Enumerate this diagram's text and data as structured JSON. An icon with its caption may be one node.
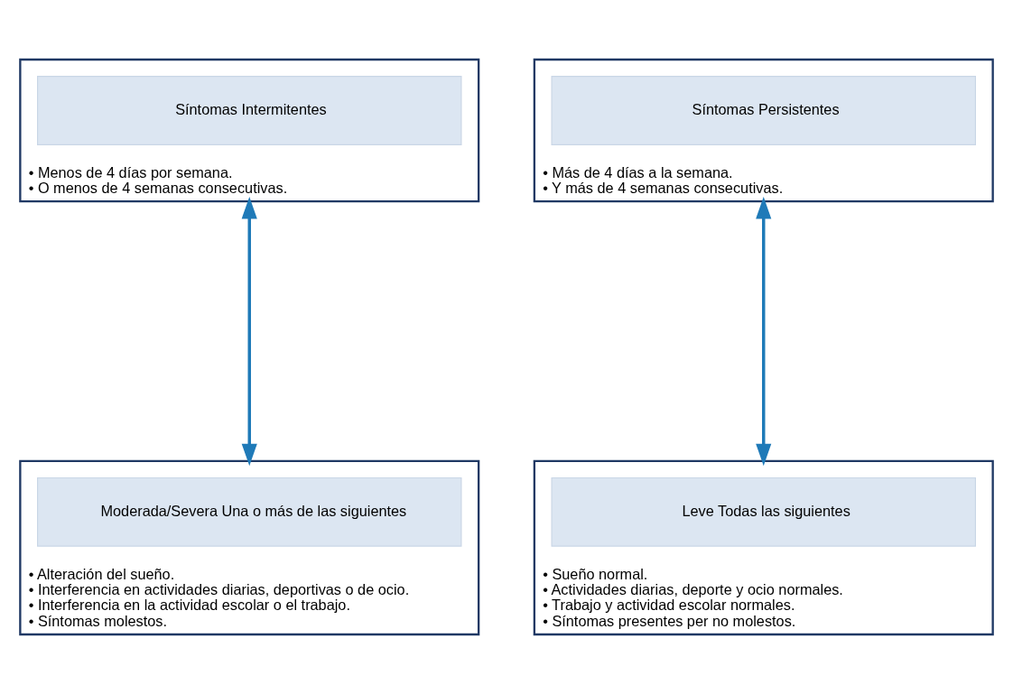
{
  "diagram": {
    "nodes": [
      {
        "text": [
          "• Menos de 4 días por semana.",
          "• O menos de 4 semanas consecutivas."
        ]
      },
      {
        "text": [
          "Síntomas Intermitentes"
        ],
        "in": 0
      },
      {
        "text": [
          "• Más de 4 días a la semana.",
          "• Y más de 4 semanas consecutivas."
        ]
      },
      {
        "text": [
          "Síntomas Persistentes"
        ],
        "in": 2
      },
      {
        "text": [
          "• Sueño normal.",
          "• Actividades diarias, deporte y ocio normales.",
          "• Trabajo y actividad escolar normales.",
          "• Síntomas presentes per no molestos."
        ]
      },
      {
        "text": [
          "Leve Todas las siguientes"
        ],
        "in": 4
      },
      {
        "text": [
          "• Alteración del sueño.",
          "• Interferencia en actividades diarias, deportivas o de ocio.",
          "• Interferencia en la actividad escolar o el trabajo.",
          "• Síntomas molestos."
        ]
      },
      {
        "text": [
          "Moderada/Severa Una o más de las siguientes"
        ],
        "in": 6
      }
    ],
    "edges": [
      {
        "from": 0,
        "to": 6,
        "arrow": "both"
      },
      {
        "from": 2,
        "to": 4,
        "arrow": "both"
      }
    ]
  }
}
